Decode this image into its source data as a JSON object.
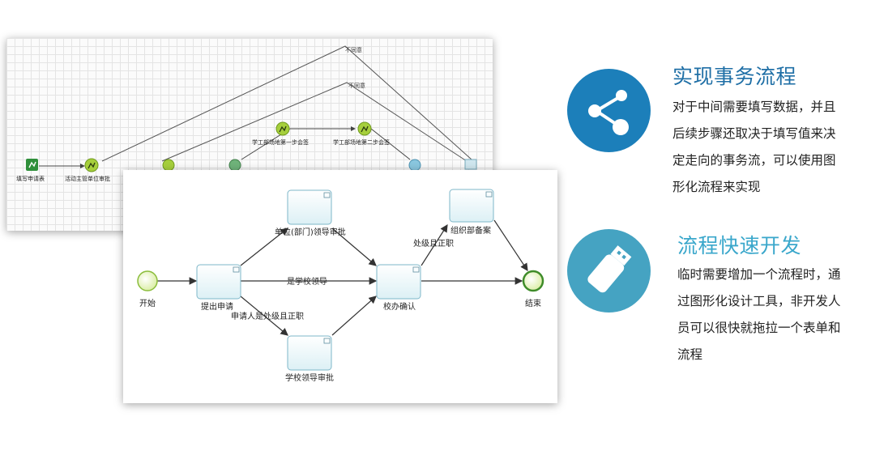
{
  "back_diagram": {
    "nodes": [
      {
        "id": "fill",
        "label": "填写申请表"
      },
      {
        "id": "review",
        "label": "活动主管单位审批"
      },
      {
        "id": "sign1",
        "label": "学工部场地第一步会签"
      },
      {
        "id": "sign2",
        "label": "学工部场地第二步会签"
      }
    ],
    "edge_labels": [
      "不同意",
      "不同意"
    ]
  },
  "front_diagram": {
    "start": "开始",
    "end": "结束",
    "tasks": {
      "apply": "提出申请",
      "dept": "单位(部门)领导审批",
      "school": "学校领导审批",
      "confirm": "校办确认",
      "org": "组织部备案"
    },
    "edges": {
      "is_school_leader": "是学校领导",
      "applicant_level": "申请人是处级且正职",
      "level_main": "处级且正职"
    }
  },
  "features": [
    {
      "title": "实现事务流程",
      "lines": [
        "对于中间需要填写数据，并且",
        "后续步骤还取决于填写值来决",
        "定走向的事务流，可以使用图",
        "形化流程来实现"
      ],
      "icon": "share-icon",
      "color": "#1c7fba"
    },
    {
      "title": "流程快速开发",
      "lines": [
        "临时需要增加一个流程时，通",
        "过图形化设计工具，非开发人",
        "员可以很快就拖拉一个表单和",
        "流程"
      ],
      "icon": "usb-drive-icon",
      "color": "#45a3c2"
    }
  ]
}
